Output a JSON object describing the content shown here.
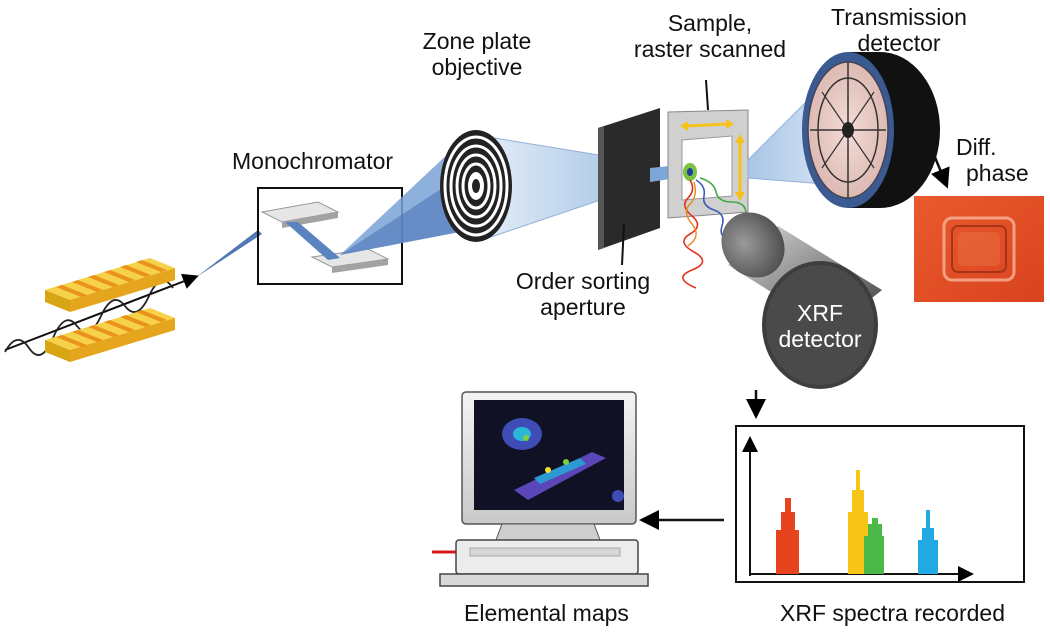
{
  "labels": {
    "monochromator": "Monochromator",
    "zone_plate_line1": "Zone plate",
    "zone_plate_line2": "objective",
    "sample_line1": "Sample,",
    "sample_line2": "raster scanned",
    "transmission_line1": "Transmission",
    "transmission_line2": "detector",
    "diff_line1": "Diff.",
    "diff_line2": "phase",
    "order_line1": "Order sorting",
    "order_line2": "aperture",
    "xrf_line1": "XRF",
    "xrf_line2": "detector",
    "elemental_maps": "Elemental maps",
    "xrf_spectra": "XRF spectra recorded"
  },
  "colors": {
    "beam": "#5b86c4",
    "beam_light": "#cfe0f2",
    "undulator_yellow": "#f2c11c",
    "undulator_orange": "#e9931a",
    "phase_image": "#e2522a",
    "detector_dark": "#1a1a1a",
    "spectrum_red": "#e8431f",
    "spectrum_yellow": "#f7c515",
    "spectrum_green": "#4cb848",
    "spectrum_blue": "#21a9e1"
  },
  "spectrum_peaks": [
    {
      "element": "red",
      "color": "#e8431f"
    },
    {
      "element": "yellow",
      "color": "#f7c515"
    },
    {
      "element": "green",
      "color": "#4cb848"
    },
    {
      "element": "blue",
      "color": "#21a9e1"
    }
  ]
}
